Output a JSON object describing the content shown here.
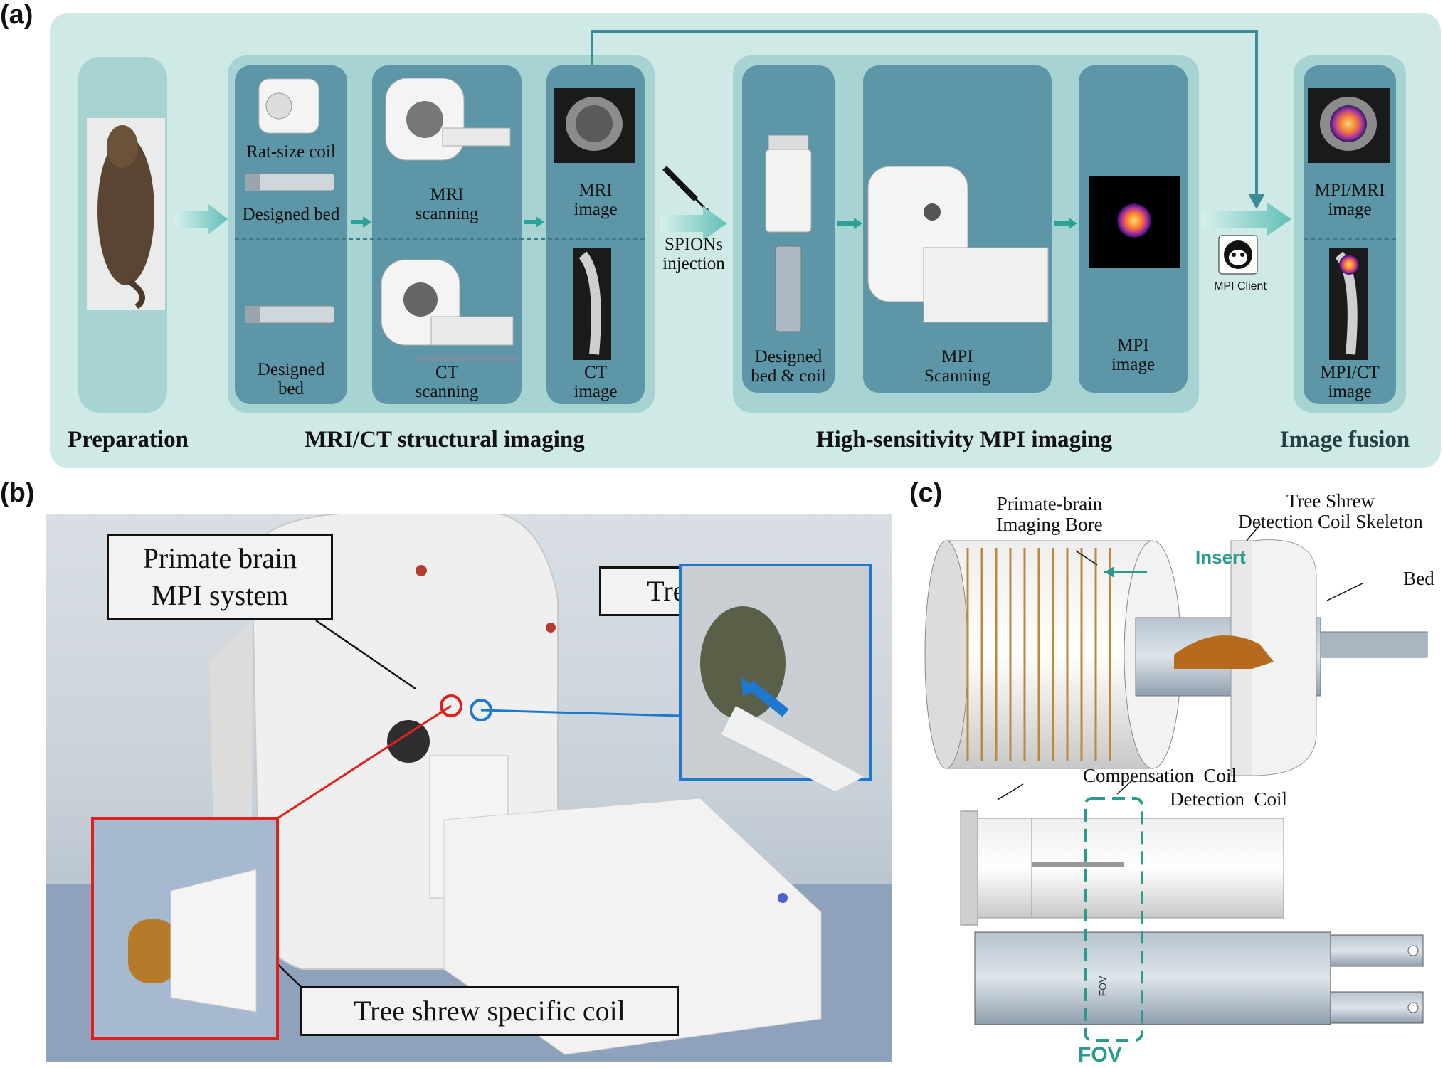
{
  "panels": {
    "a": "(a)",
    "b": "(b)",
    "c": "(c)"
  },
  "a": {
    "sections": {
      "prep": "Preparation",
      "mri_ct": "MRI/CT structural imaging",
      "mpi": "High-sensitivity MPI imaging",
      "fusion": "Image fusion"
    },
    "labels": {
      "rat_coil": "Rat-size coil",
      "designed_bed_top": "Designed bed",
      "designed_bed_bottom": "Designed\nbed",
      "mri_scanning": "MRI\nscanning",
      "ct_scanning": "CT\nscanning",
      "mri_image": "MRI\nimage",
      "ct_image": "CT\nimage",
      "spions": "SPIONs\ninjection",
      "bed_coil": "Designed\nbed & coil",
      "mpi_scanning": "MPI\nScanning",
      "mpi_image": "MPI\nimage",
      "mpi_client": "MPI Client",
      "mpi_mri": "MPI/MRI\nimage",
      "mpi_ct": "MPI/CT\nimage"
    }
  },
  "b": {
    "system": "Primate brain\nMPI system",
    "tree_shrew": "Tree shrew",
    "coil": "Tree shrew specific coil"
  },
  "c": {
    "bore": "Primate-brain\nImaging Bore",
    "skeleton": "Tree Shrew\nDetection Coil Skeleton",
    "insert": "Insert",
    "bed": "Bed",
    "comp": "Compensation  Coil",
    "detect": "Detection  Coil",
    "fov_small": "FOV",
    "fov": "FOV"
  },
  "colors": {
    "panel": "#cfe9e6",
    "group": "#a8d3d3",
    "box": "#5d96a6",
    "accent": "#2a9a8a"
  }
}
